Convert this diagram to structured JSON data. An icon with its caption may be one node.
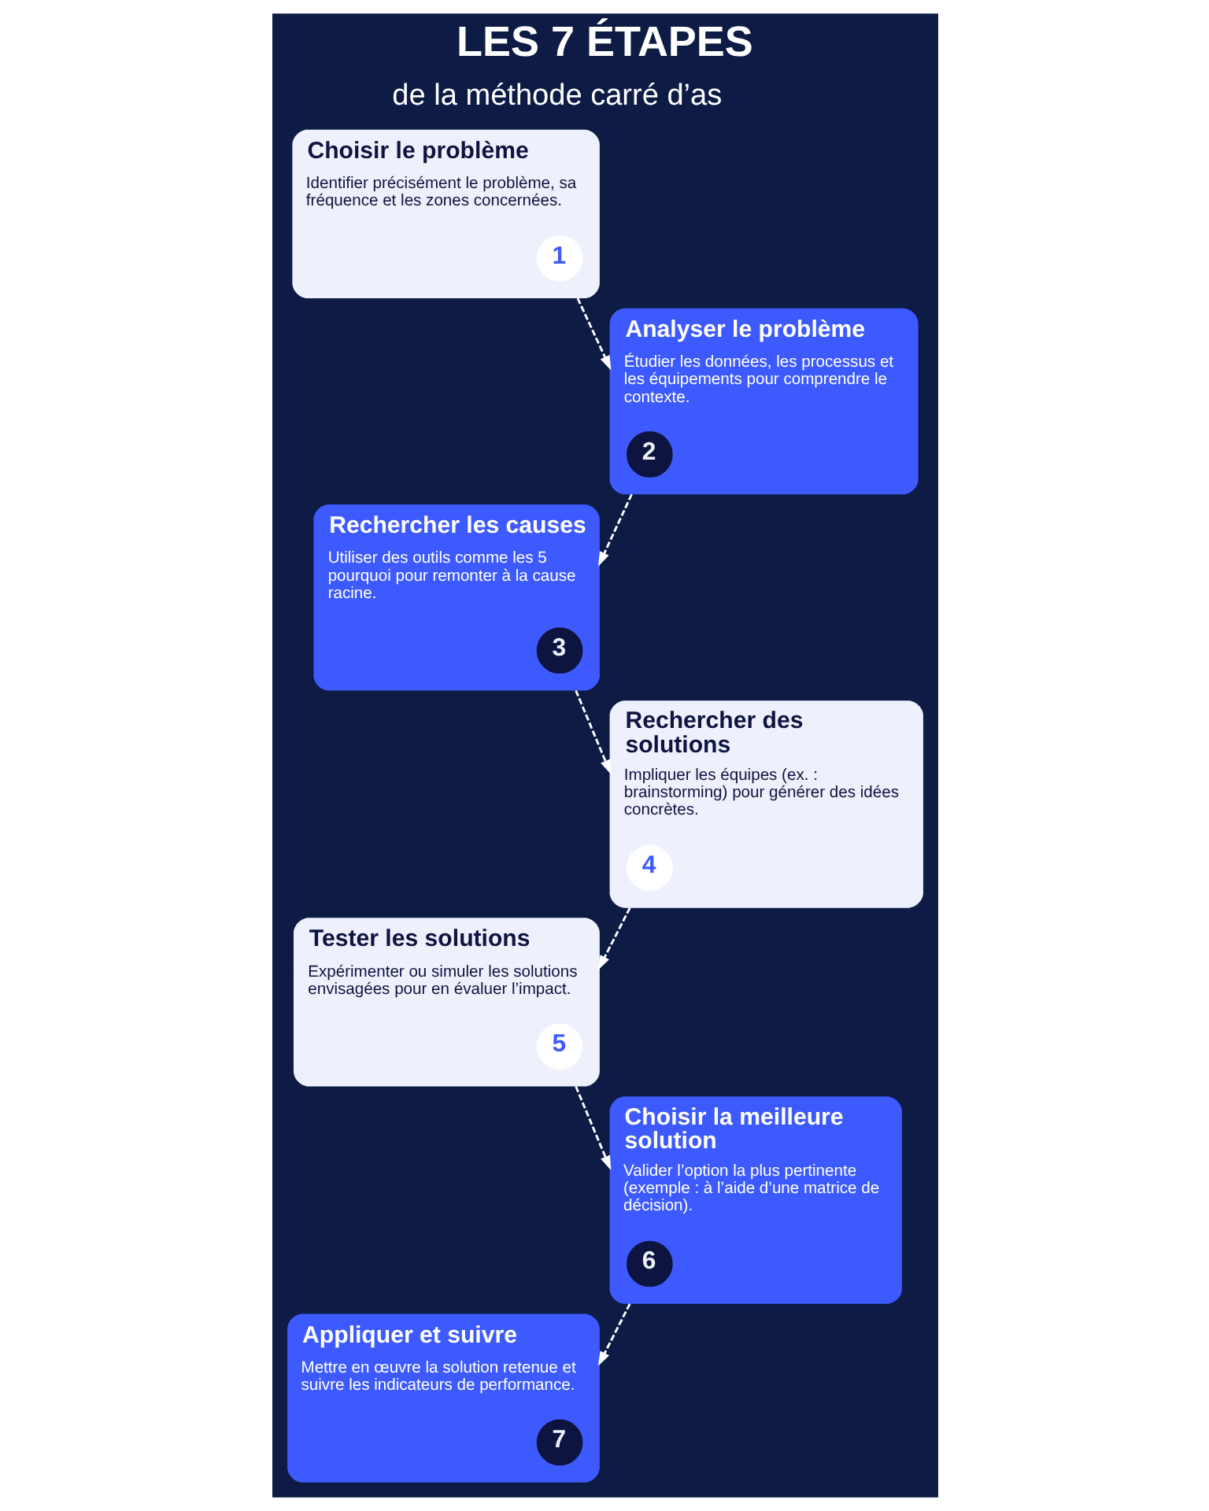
{
  "diagram": {
    "title": "LES 7 ÉTAPES",
    "nodes": [
      {
        "text": [
          "Choisir le problème",
          "Identifier précisément le problème, sa fréquence et les zones concernées."
        ]
      },
      {
        "text": [
          "1"
        ],
        "in": 0
      },
      {
        "text": [
          "Analyser le problème",
          "Étudier les données, les processus et les équipements pour comprendre le contexte."
        ]
      },
      {
        "text": [
          "2"
        ],
        "in": 2
      },
      {
        "text": [
          "Rechercher les causes",
          "Utiliser des outils comme les 5 pourquoi pour remonter à la cause racine."
        ]
      },
      {
        "text": [
          "3"
        ],
        "in": 4
      },
      {
        "text": [
          "Rechercher des solutions",
          "Impliquer les équipes (ex. : brainstorming) pour générer des idées concrètes."
        ]
      },
      {
        "text": [
          "4"
        ],
        "in": 6
      },
      {
        "text": [
          "Tester les solutions",
          "Expérimenter ou simuler les solutions envisagées pour en évaluer l’impact."
        ]
      },
      {
        "text": [
          "5"
        ],
        "in": 8
      },
      {
        "text": [
          "Choisir la meilleure solution",
          "Valider l’option la plus pertinente (exemple : à l’aide d’une matrice de décision)."
        ]
      },
      {
        "text": [
          "6"
        ],
        "in": 10
      },
      {
        "text": [
          "Appliquer et suivre",
          "Mettre en œuvre la solution retenue et suivre les indicateurs de performance."
        ]
      },
      {
        "text": [
          "7"
        ],
        "in": 12
      }
    ],
    "edges": [
      {
        "from": 0,
        "to": 2,
        "arrow": "to",
        "style": "dashed"
      },
      {
        "from": 2,
        "to": 4,
        "arrow": "to",
        "style": "dashed"
      },
      {
        "from": 4,
        "to": 6,
        "arrow": "to",
        "style": "dashed"
      },
      {
        "from": 6,
        "to": 8,
        "arrow": "to",
        "style": "dashed"
      },
      {
        "from": 8,
        "to": 10,
        "arrow": "to",
        "style": "dashed"
      },
      {
        "from": 10,
        "to": 12,
        "arrow": "to",
        "style": "dashed"
      }
    ],
    "labels": [
      "de la méthode carré d’as"
    ]
  }
}
